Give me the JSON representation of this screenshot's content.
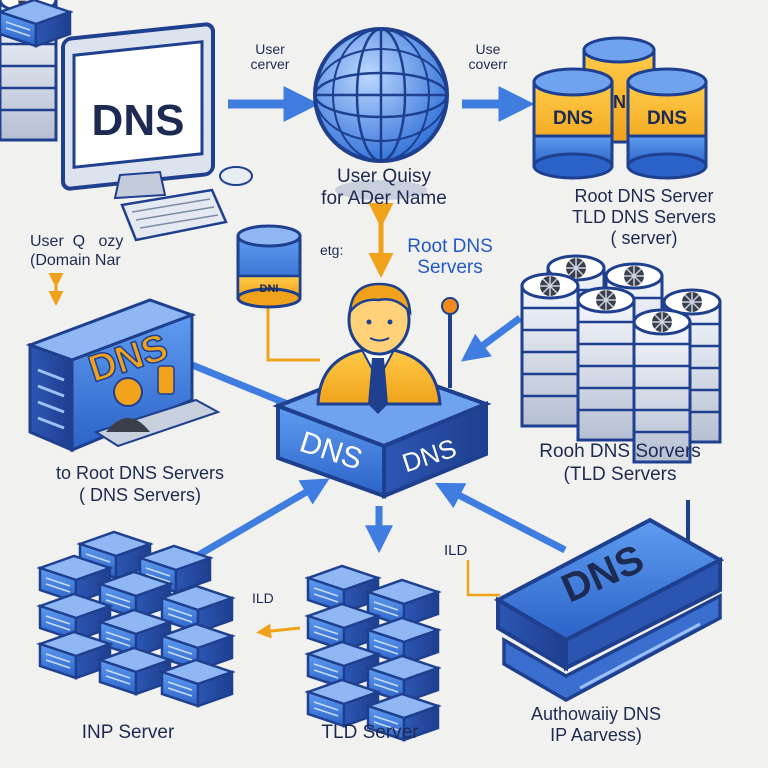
{
  "labels": {
    "top_left_small": "User\ncerver",
    "top_right_small": "Use\ncoverr",
    "center_top": "User Quisy\nfor ADer Name",
    "right_top": "Root DNS Server\nTLD DNS Servers\n( server)",
    "left_mid": "User  Q   ozy\n(Domain Nar",
    "center_small": "etg:",
    "center_blue": "Root DNS\nServers",
    "left_lower": "to Root DNS Servers\n( DNS Servers)",
    "right_lower": "Rooh DNS Sorvers\n(TLD Servers",
    "ild_center": "ILD",
    "ild_left": "ILD",
    "bottom_left": "INP Server",
    "bottom_center": "TLD Server",
    "bottom_right": "Authowaiiy DNS\nIP Aarvess)"
  },
  "device_text": {
    "monitor_screen": "DNS",
    "left_server": "DNS",
    "cyl_left": "DNS",
    "cyl_right": "DNS",
    "cyl_back": "DNS",
    "resolver_left": "DNS",
    "resolver_right": "DNS",
    "small_cylinder": "DNI",
    "authoritative_box": "DNS"
  },
  "colors": {
    "background": "#f1f2ef",
    "blue": "#3f7ee0",
    "blue_dark": "#1f3f8f",
    "orange": "#f0a21a",
    "navy_text": "#1d2a52"
  }
}
